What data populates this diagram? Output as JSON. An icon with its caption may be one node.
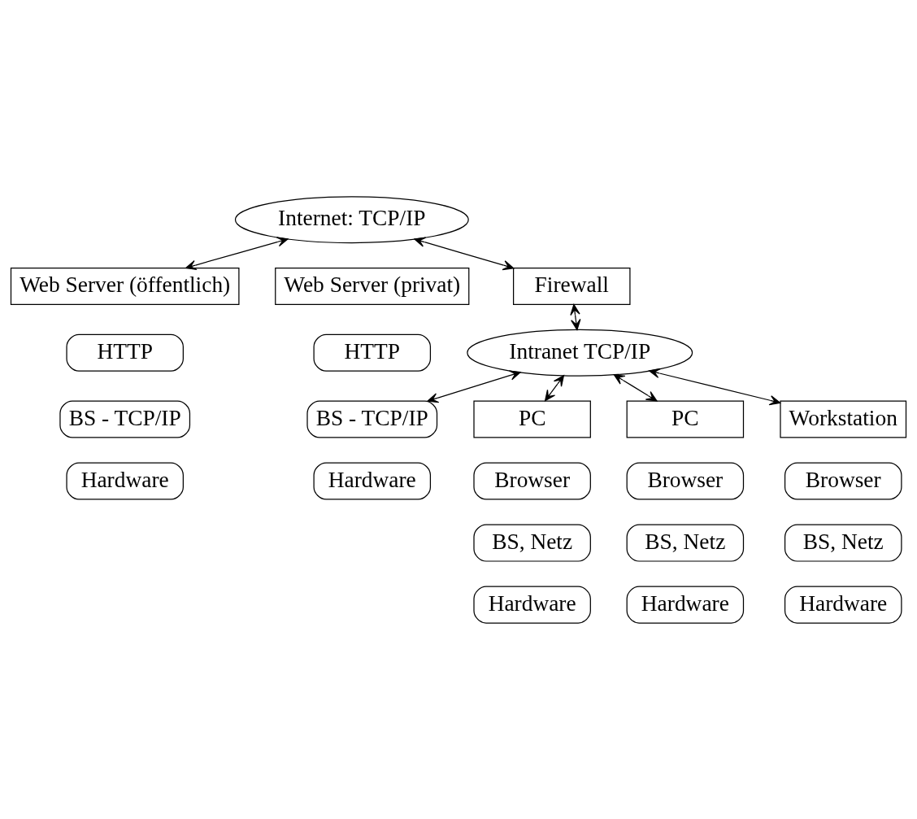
{
  "diagram": {
    "nodes": [
      {
        "text": [
          "Internet: TCP/IP"
        ]
      },
      {
        "text": [
          "Web Server (öffentlich)"
        ]
      },
      {
        "text": [
          "HTTP"
        ]
      },
      {
        "text": [
          "BS - TCP/IP"
        ]
      },
      {
        "text": [
          "Hardware"
        ]
      },
      {
        "text": [
          "Firewall"
        ]
      },
      {
        "text": [
          "Web Server (privat)"
        ]
      },
      {
        "text": [
          "HTTP"
        ]
      },
      {
        "text": [
          "BS - TCP/IP"
        ]
      },
      {
        "text": [
          "Hardware"
        ]
      },
      {
        "text": [
          "Intranet TCP/IP"
        ]
      },
      {
        "text": [
          "PC"
        ]
      },
      {
        "text": [
          "Browser"
        ]
      },
      {
        "text": [
          "BS, Netz"
        ]
      },
      {
        "text": [
          "Hardware"
        ]
      },
      {
        "text": [
          "PC"
        ]
      },
      {
        "text": [
          "Browser"
        ]
      },
      {
        "text": [
          "BS, Netz"
        ]
      },
      {
        "text": [
          "Hardware"
        ]
      },
      {
        "text": [
          "Workstation"
        ]
      },
      {
        "text": [
          "Browser"
        ]
      },
      {
        "text": [
          "BS, Netz"
        ]
      },
      {
        "text": [
          "Hardware"
        ]
      }
    ],
    "edges": [
      {
        "from": 0,
        "to": 1,
        "arrow": "both"
      },
      {
        "from": 0,
        "to": 5,
        "arrow": "both"
      },
      {
        "from": 5,
        "to": 10,
        "arrow": "both"
      },
      {
        "from": 10,
        "to": 8,
        "arrow": "both"
      },
      {
        "from": 10,
        "to": 11,
        "arrow": "both"
      },
      {
        "from": 10,
        "to": 15,
        "arrow": "both"
      },
      {
        "from": 10,
        "to": 19,
        "arrow": "both"
      }
    ]
  }
}
